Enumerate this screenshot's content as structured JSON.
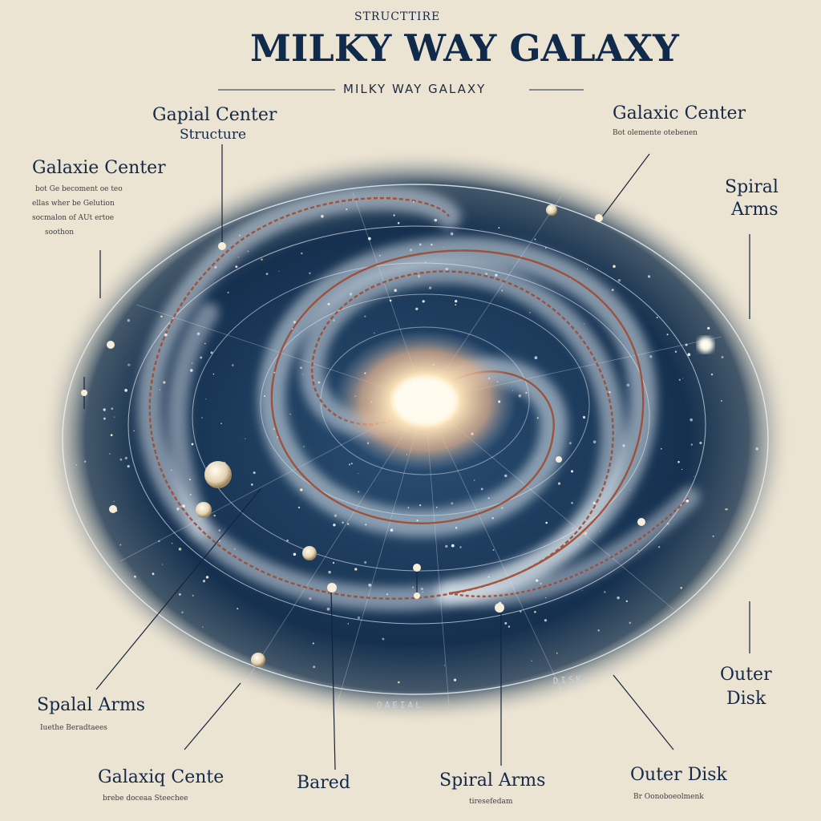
{
  "header": {
    "kicker": "STRUCTTIRE",
    "title": "MILKY WAY GALAXY",
    "subtitle": "MILKY WAY GALAXY"
  },
  "labels": {
    "top_left": {
      "title": "Gapial Center",
      "subtitle": "Structure"
    },
    "upper_left": {
      "title": "Galaxie Center",
      "caption_lines": [
        "bot Ge becoment oe teo",
        "ellas wher be Gelution",
        "socmalon of AUt ertoe",
        "soothon"
      ]
    },
    "top_right": {
      "title": "Galaxic Center",
      "caption": "Bot olemente otebenen"
    },
    "right_upper": {
      "title_line1": "Spiral",
      "title_line2": "Arms"
    },
    "right_lower": {
      "title_line1": "Outer",
      "title_line2": "Disk"
    },
    "left_lower": {
      "title": "Spalal Arms",
      "caption": "Iuethe Beradtaees"
    },
    "bottom_1": {
      "title": "Galaxiq Cente",
      "caption": "brebe doceaa Steechee"
    },
    "bottom_2": {
      "title": "Bared"
    },
    "bottom_3": {
      "title": "Spiral Arms",
      "caption": "tiresefedam"
    },
    "bottom_4": {
      "title": "Outer Disk",
      "caption": "Br Oonoboeolmenk"
    }
  },
  "ring_text": {
    "disk": "DISK",
    "cenal": "OAEIAL"
  },
  "colors": {
    "background": "#ece4d3",
    "ink": "#13294b",
    "space_dark": "#0f2a48",
    "arm_glow": "#dfe9f1",
    "dust_lane": "#a04a2e",
    "core": "#fff3d6"
  }
}
